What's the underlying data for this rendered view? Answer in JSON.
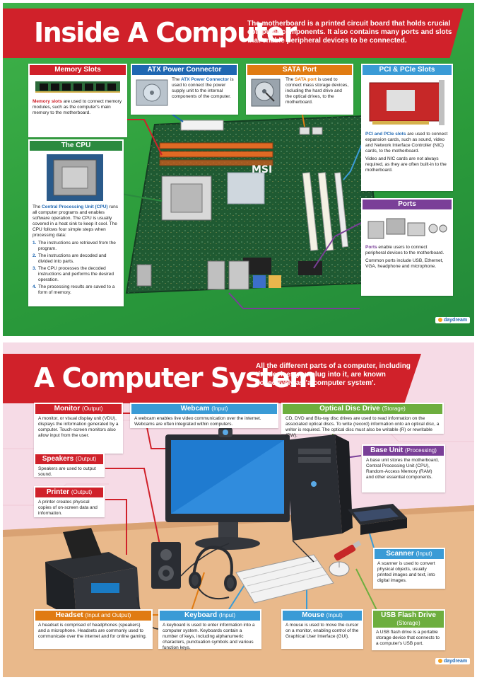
{
  "colors": {
    "red": "#d0212a",
    "blue": "#1f67b2",
    "orange": "#e07b12",
    "green": "#2c8a3f",
    "purple": "#7a3f98",
    "lightblue": "#3a9bd6",
    "lightgreen": "#6dae3e"
  },
  "poster1": {
    "title": "Inside A Computer",
    "intro": "The motherboard is a printed circuit board that holds crucial computer components. It also contains many ports and slots that enable peripheral devices to be connected.",
    "memory": {
      "title": "Memory Slots",
      "term": "Memory slots",
      "text": " are used to connect memory modules, such as the computer's main memory to the motherboard."
    },
    "atx": {
      "title": "ATX Power Connector",
      "pre": "The ",
      "term": "ATX Power Connector",
      "text": " is used to connect the power supply unit to the internal components of the computer."
    },
    "sata": {
      "title": "SATA Port",
      "pre": "The ",
      "term": "SATA port",
      "text": " is used to connect mass storage devices, including the hard drive and the optical drives, to the motherboard."
    },
    "pci": {
      "title": "PCI & PCIe Slots",
      "term": "PCI and PCIe slots",
      "text": " are used to connect expansion cards, such as sound, video and Network Interface Controller (NIC) cards, to the motherboard.",
      "text2": "Video and NIC cards are not always required, as they are often built-in to the motherboard."
    },
    "cpu": {
      "title": "The CPU",
      "pre": "The ",
      "term": "Central Processing Unit (CPU)",
      "text": " runs all computer programs and enables software operation. The CPU is usually covered in a heat sink to keep it cool. The CPU follows four simple steps when processing data:",
      "steps": [
        {
          "num": "1.",
          "text": "The instructions are retrieved from the program."
        },
        {
          "num": "2.",
          "text": "The instructions are decoded and divided into parts."
        },
        {
          "num": "3.",
          "text": "The CPU processes the decoded instructions and performs the desired operation."
        },
        {
          "num": "4.",
          "text": "The processing results are saved to a form of memory."
        }
      ]
    },
    "ports": {
      "title": "Ports",
      "term": "Ports",
      "text": " enable users to connect peripheral devices to the motherboard.",
      "text2": "Common ports include USB, Ethernet, VGA, headphone and microphone."
    },
    "board_label": "MSI",
    "logo": "daydream"
  },
  "poster2": {
    "title": "A Computer System",
    "intro": "All the different parts of a computer, including the devices you plug into it, are known collectively as 'a computer system'.",
    "monitor": {
      "title": "Monitor",
      "sub": "(Output)",
      "text": "A monitor, or visual display unit (VDU), displays the information generated by a computer. Touch-screen monitors also allow input from the user."
    },
    "webcam": {
      "title": "Webcam",
      "sub": "(Input)",
      "text": "A webcam enables live video communication over the internet. Webcams are often integrated within computers."
    },
    "optical": {
      "title": "Optical Disc Drive",
      "sub": "(Storage)",
      "text": "CD, DVD and Blu-ray disc drives are used to read information on the associated optical discs. To write (record) information onto an optical disc, a writer is required. The optical disc must also be writable (R) or rewritable (RW)."
    },
    "base": {
      "title": "Base Unit",
      "sub": "(Processing)",
      "text": "A base unit stores the motherboard, Central Processing Unit (CPU), Random-Access Memory (RAM) and other essential components."
    },
    "speakers": {
      "title": "Speakers",
      "sub": "(Output)",
      "text": "Speakers are used to output sound."
    },
    "printer": {
      "title": "Printer",
      "sub": "(Output)",
      "text": "A printer creates physical copies of on-screen data and information."
    },
    "scanner": {
      "title": "Scanner",
      "sub": "(Input)",
      "text": "A scanner is used to convert physical objects, usually printed images and text, into digital images."
    },
    "headset": {
      "title": "Headset",
      "sub": "(Input and Output)",
      "text": "A headset is comprised of headphones (speakers) and a microphone. Headsets are commonly used to communicate over the internet and for online gaming."
    },
    "keyboard": {
      "title": "Keyboard",
      "sub": "(Input)",
      "text": "A keyboard is used to enter information into a computer system. Keyboards contain a number of keys, including alphanumeric characters, punctuation symbols and various function keys."
    },
    "mouse": {
      "title": "Mouse",
      "sub": "(Input)",
      "text": "A mouse is used to move the cursor on a monitor, enabling control of the Graphical User Interface (GUI)."
    },
    "usb": {
      "title": "USB Flash Drive",
      "sub": "(Storage)",
      "text": "A USB flash drive is a portable storage device that connects to a computer's USB port."
    },
    "logo": "daydream"
  }
}
